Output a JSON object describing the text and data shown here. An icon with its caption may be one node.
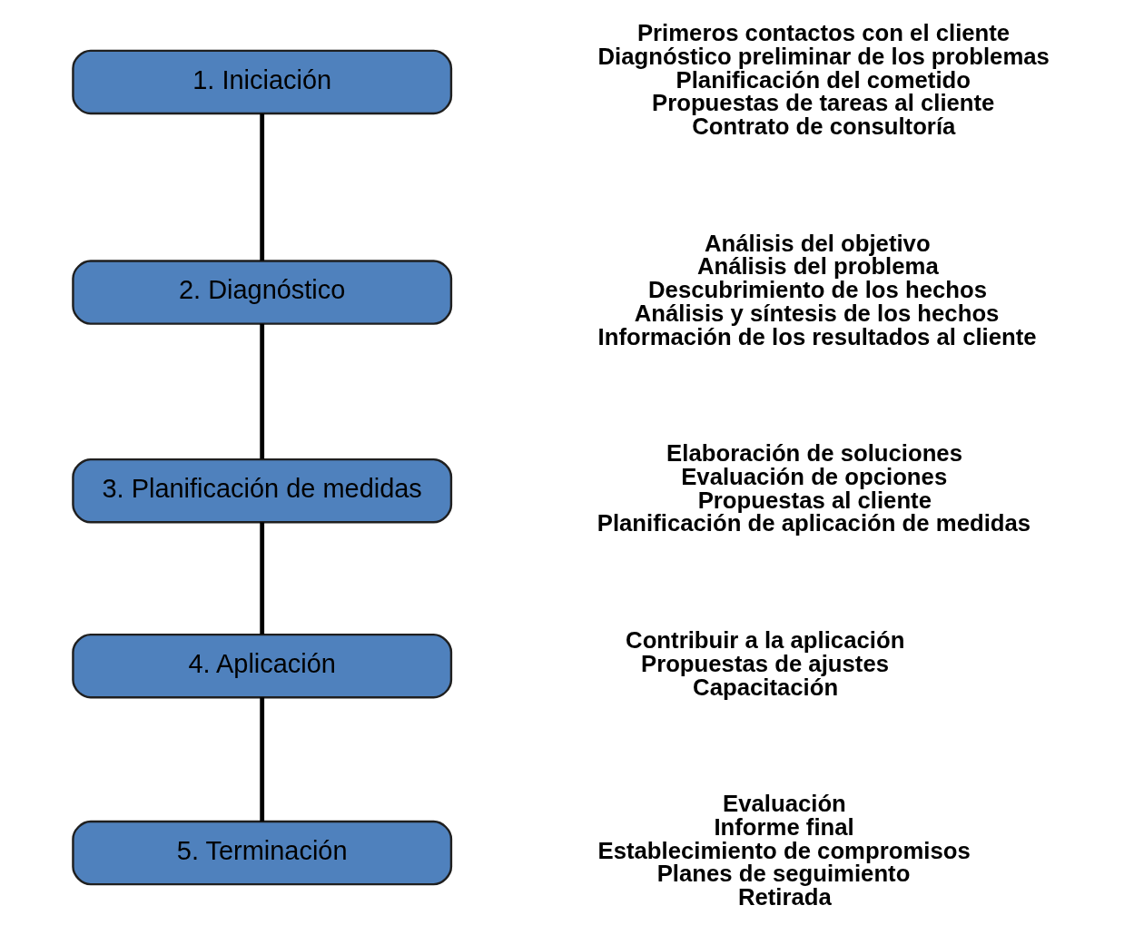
{
  "diagram": {
    "nodes": [
      {
        "text": [
          "1. Iniciación"
        ],
        "beside": [
          "Primeros contactos con el cliente",
          "Diagnóstico preliminar de los problemas",
          "Planificación del cometido",
          "Propuestas de tareas al cliente",
          "Contrato de consultoría"
        ]
      },
      {
        "text": [
          "2. Diagnóstico"
        ],
        "beside": [
          "Análisis del objetivo",
          "Análisis del problema",
          "Descubrimiento de los hechos",
          "Análisis y síntesis de los hechos",
          "Información de los resultados al cliente"
        ]
      },
      {
        "text": [
          "3. Planificación de medidas"
        ],
        "beside": [
          "Elaboración de soluciones",
          "Evaluación de opciones",
          "Propuestas al cliente",
          "Planificación de aplicación de medidas"
        ]
      },
      {
        "text": [
          "4. Aplicación"
        ],
        "beside": [
          "Contribuir a la aplicación",
          "Propuestas de ajustes",
          "Capacitación"
        ]
      },
      {
        "text": [
          "5. Terminación"
        ],
        "beside": [
          "Evaluación",
          "Informe final",
          "Establecimiento de compromisos",
          "Planes de seguimiento",
          "Retirada"
        ]
      }
    ],
    "edges": [
      {
        "from": 0,
        "to": 1,
        "arrow": "none"
      },
      {
        "from": 1,
        "to": 2,
        "arrow": "none"
      },
      {
        "from": 2,
        "to": 3,
        "arrow": "none"
      },
      {
        "from": 3,
        "to": 4,
        "arrow": "none"
      }
    ]
  }
}
